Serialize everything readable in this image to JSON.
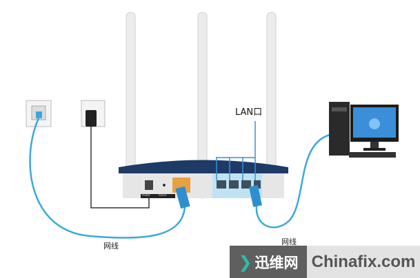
{
  "labels": {
    "lan_port": "LAN口",
    "cable_left": "网线",
    "cable_right": "网线",
    "router_power": "Power",
    "router_reset": "Reset"
  },
  "logo": {
    "cn_name": "迅维网",
    "site": "Chinafix.com"
  },
  "colors": {
    "cable_blue": "#3aa8e0",
    "router_top": "#1e3a66",
    "lan_panel": "#bfe3f2",
    "wan_port": "#e8a040",
    "logo_accent": "#2bbfa8"
  }
}
